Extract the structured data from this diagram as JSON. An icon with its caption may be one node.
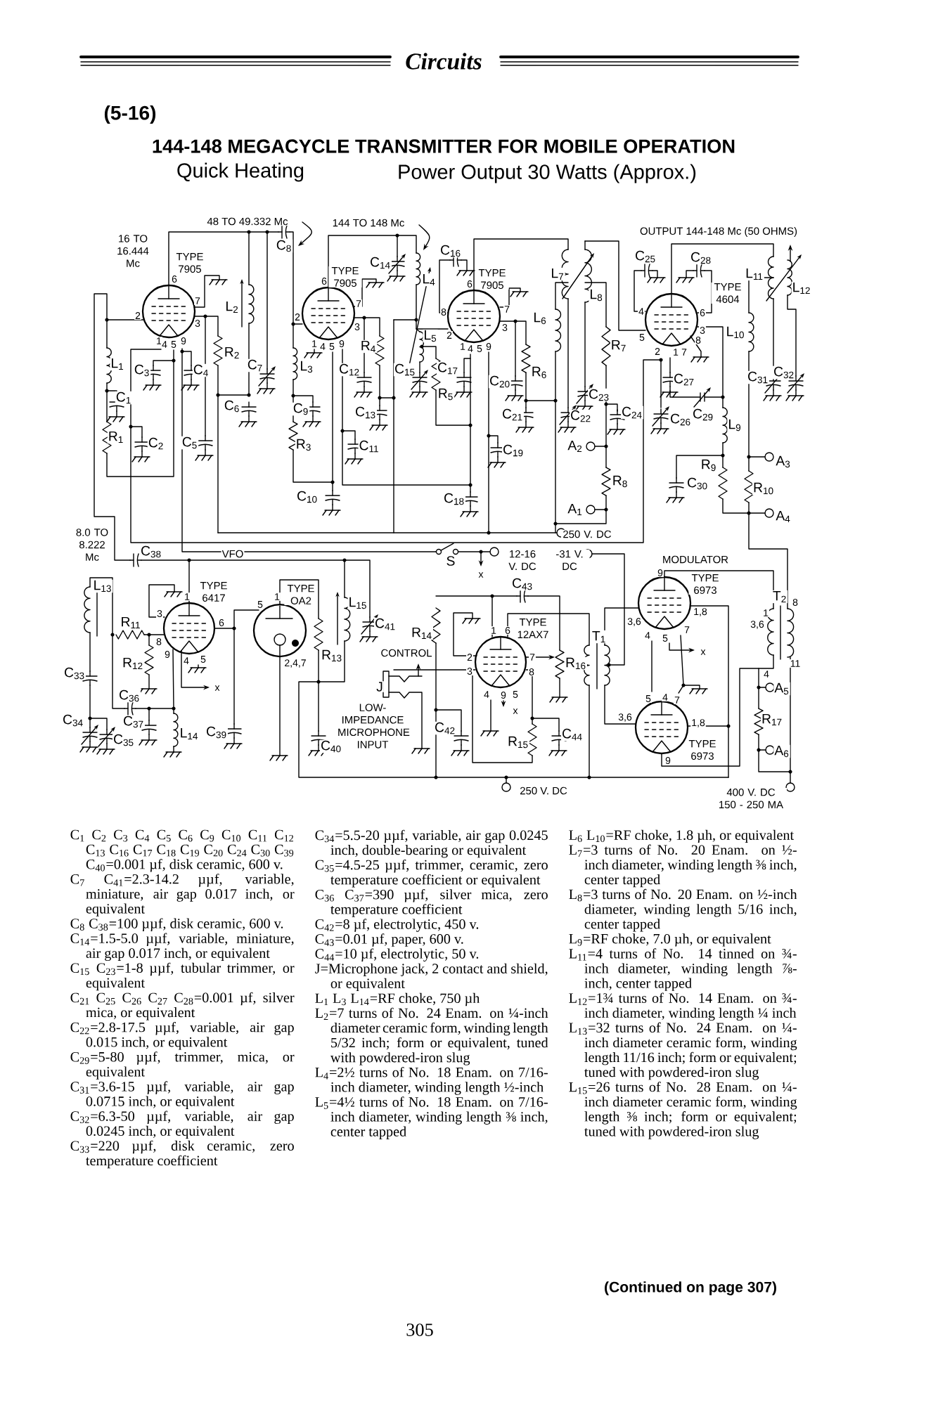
{
  "diagram": {
    "title": "144-148 MEGACYCLE TRANSMITTER FOR MOBILE OPERATION",
    "labels": [
      "Circuits",
      "(5-16)",
      "Quick Heating",
      "Power Output 30 Watts (Approx.)",
      "16 TO 16.444 Mc",
      "48 TO 49.332 Mc",
      "144 TO 148 Mc",
      "OUTPUT 144-148 Mc (50 OHMS)",
      "TYPE 7905",
      "C$_{8}$",
      "C$_{16}$",
      "C$_{14}$",
      "TYPE 7905",
      "L$_{4}$",
      "TYPE 7905",
      "L$_{7}$",
      "C$_{25}$",
      "C$_{28}$",
      "L$_{11}$",
      "L$_{12}$",
      "TYPE 4604",
      "L$_{8}$",
      "6",
      "7",
      "2",
      "3",
      "1",
      "4",
      "5",
      "9",
      "L$_{2}$",
      "6",
      "7",
      "2",
      "3",
      "1",
      "4",
      "5",
      "9",
      "6",
      "8",
      "7",
      "3",
      "2",
      "1",
      "4",
      "5",
      "9",
      "L$_{6}$",
      "L$_{5}$",
      "4",
      "6",
      "5",
      "3",
      "8",
      "2",
      "1",
      "7",
      "L$_{10}$",
      "R$_{4}$",
      "R$_{7}$",
      "L$_{1}$",
      "R$_{2}$",
      "C$_{3}$",
      "C$_{4}$",
      "C$_{7}$",
      "L$_{3}$",
      "C$_{12}$",
      "C$_{15}$",
      "C$_{17}$",
      "R$_{6}$",
      "C$_{20}$",
      "C$_{27}$",
      "C$_{31}$",
      "C$_{32}$",
      "C$_{1}$",
      "R$_{5}$",
      "C$_{23}$",
      "C$_{6}$",
      "C$_{9}$",
      "C$_{13}$",
      "C$_{21}$",
      "C$_{22}$",
      "C$_{24}$",
      "C$_{26}$",
      "C$_{29}$",
      "L$_{9}$",
      "R$_{1}$",
      "C$_{2}$",
      "C$_{5}$",
      "R$_{3}$",
      "C$_{11}$",
      "C$_{19}$",
      "A$_{2}$",
      "R$_{9}$",
      "A$_{3}$",
      "R$_{8}$",
      "C$_{30}$",
      "R$_{10}$",
      "C$_{10}$",
      "C$_{18}$",
      "A$_{1}$",
      "A$_{4}$",
      "250 V. DC",
      "8.0 TO 8.222 Mc",
      "C$_{38}$",
      "VFO",
      "S",
      "12-16 V. DC",
      "-31 V. DC",
      "MODULATOR",
      "x",
      "C$_{43}$",
      "TYPE 6973",
      "L$_{13}$",
      "TYPE 6417",
      "TYPE OA2",
      "L$_{15}$",
      "9",
      "T$_{2}$",
      "8",
      "1",
      "5",
      "1",
      "3",
      "1,8",
      "1",
      "R$_{11}$",
      "6",
      "C$_{41}$",
      "3,6",
      "3,6",
      "TYPE 12AX7",
      "1",
      "6",
      "R$_{14}$",
      "4",
      "7",
      "5",
      "T$_{1}$",
      "8",
      "R$_{12}$",
      "9",
      "4",
      "5",
      "2,4,7",
      "R$_{13}$",
      "CONTROL",
      "2",
      "7",
      "R$_{16}$",
      "x",
      "11",
      "3",
      "8",
      "C$_{33}$",
      "4",
      "J",
      "A$_{5}$",
      "x",
      "4",
      "9",
      "5",
      "C$_{36}$",
      "5",
      "4",
      "7",
      "C$_{34}$",
      "C$_{37}$",
      "L$_{14}$",
      "C$_{39}$",
      "LOW-IMPEDANCE MICROPHONE INPUT",
      "C$_{42}$",
      "x",
      "C$_{44}$",
      "3,6",
      "1,8",
      "R$_{17}$",
      "C$_{35}$",
      "C$_{40}$",
      "R$_{15}$",
      "TYPE 6973",
      "A$_{6}$",
      "9",
      "250 V. DC",
      "400 V. DC 150 - 250 MA",
      "C$_{1}$ C$_{2}$ C$_{3}$ C$_{4}$ C$_{5}$ C$_{6}$ C$_{9}$ C$_{10}$ C$_{11}$ C$_{12}$ C$_{13}$ C$_{16}$ C$_{17}$ C$_{18}$ C$_{19}$ C$_{20}$ C$_{24}$ C$_{30}$ C$_{39}$ C$_{40}$=0.001 µf, disk ceramic, 600 v.",
      "C$_{7}$ C$_{41}$=2.3-14.2 µµf, variable, miniature, air gap 0.017 inch, or equivalent",
      "C$_{8}$ C$_{38}$=100 µµf, disk ceramic, 600 v.",
      "C$_{14}$=1.5-5.0 µµf, variable, miniature, air gap 0.017 inch, or equivalent",
      "C$_{15}$ C$_{23}$=1-8 µµf, tubular trimmer, or equivalent",
      "C$_{21}$ C$_{25}$ C$_{26}$ C$_{27}$ C$_{28}$=0.001 µf, silver mica, or equivalent",
      "C$_{22}$=2.8-17.5 µµf, variable, air gap 0.015 inch, or equivalent",
      "C$_{29}$=5-80 µµf, trimmer, mica, or equivalent",
      "C$_{31}$=3.6-15 µµf, variable, air gap 0.0715 inch, or equivalent",
      "C$_{32}$=6.3-50 µµf, variable, air gap 0.0245 inch, or equivalent",
      "C$_{33}$=220 µµf, disk ceramic, zero temperature coefficient",
      "C$_{34}$=5.5-20 µµf, variable, air gap 0.0245 inch, double-bearing or equivalent",
      "C$_{35}$=4.5-25 µµf, trimmer, ceramic, zero temperature coefficient or equivalent",
      "C$_{36}$ C$_{37}$=390 µµf, silver mica, zero temperature coefficient",
      "C$_{42}$=8 µf, electrolytic, 450 v.",
      "C$_{43}$=0.01 µf, paper, 600 v.",
      "C$_{44}$=10 µf, electrolytic, 50 v.",
      "J=Microphone jack, 2 contact and shield, or equivalent",
      "L$_{1}$ L$_{3}$ L$_{14}$=RF choke, 750 µh",
      "L$_{2}$=7 turns of No. 24 Enam. on ¼-inch diameter ceramic form, winding length 5/32 inch; form or equivalent, tuned with powdered-iron slug",
      "L$_{4}$=2½ turns of No. 18 Enam. on 7/16-inch diameter, winding length ½-inch",
      "L$_{5}$=4½ turns of No. 18 Enam. on 7/16-inch diameter, winding length ⅜ inch, center tapped",
      "L$_{6}$ L$_{10}$=RF choke, 1.8 µh, or equivalent",
      "L$_{7}$=3 turns of No. 20 Enam. on ½-inch diameter, winding length ⅜ inch, center tapped",
      "L$_{8}$=3 turns of No. 20 Enam. on ½-inch diameter, winding length 5/16 inch, center tapped",
      "L$_{9}$=RF choke, 7.0 µh, or equivalent",
      "L$_{11}$=4 turns of No. 14 tinned on ¾-inch diameter, winding length ⅞-inch, center tapped",
      "L$_{12}$=1¾ turns of No. 14 Enam. on ¾-inch diameter, winding length ¼ inch",
      "L$_{13}$=32 turns of No. 24 Enam. on ¼-inch diameter ceramic form, winding length 11/16 inch; form or equivalent; tuned with powdered-iron slug",
      "L$_{15}$=26 turns of No. 28 Enam. on ¼-inch diameter ceramic form, winding length ⅜ inch; form or equivalent; tuned with powdered-iron slug",
      "(Continued on page 307)",
      "305"
    ]
  }
}
